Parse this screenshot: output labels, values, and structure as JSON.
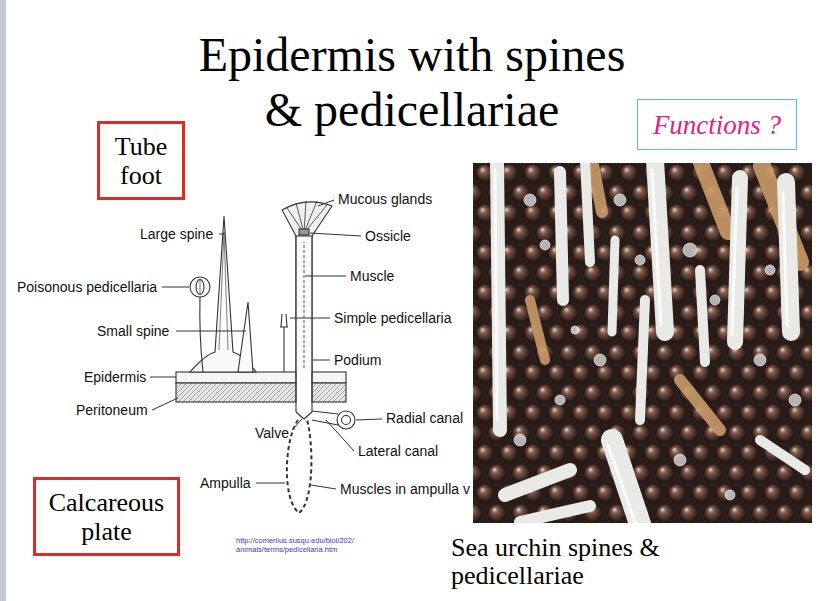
{
  "diagram": {
    "title": "Epidermis with spines & pedicellariae",
    "caption": "Sea urchin spines & pedicellariae",
    "nodes": [
      {
        "text": [
          "Tube foot"
        ]
      },
      {
        "text": [
          "Calcareous plate"
        ]
      },
      {
        "text": [
          "Functions ?"
        ]
      }
    ],
    "labels": [
      "Mucous glands",
      "Ossicle",
      "Large spine",
      "Muscle",
      "Poisonous pedicellaria",
      "Simple pedicellaria",
      "Small spine",
      "Podium",
      "Epidermis",
      "Peritoneum",
      "Radial canal",
      "Valve",
      "Lateral canal",
      "Ampulla",
      "Muscles in ampulla v",
      "http://comenius.susqu.edu/biol/202/ animals/terms/pedicellaria.htm"
    ]
  }
}
